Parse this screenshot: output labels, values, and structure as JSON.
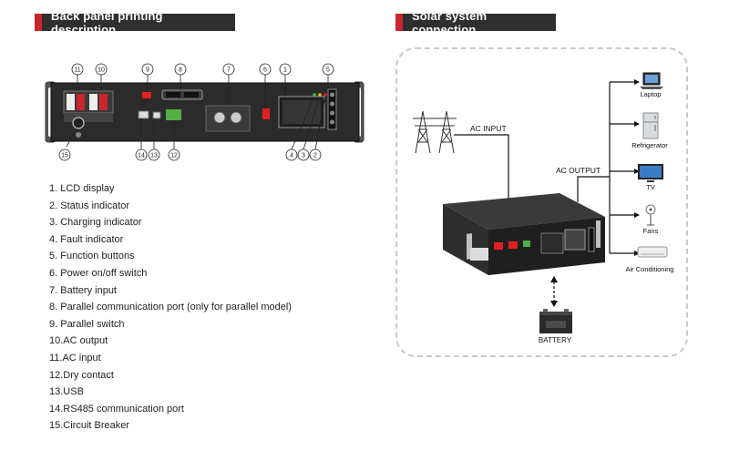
{
  "headers": {
    "left": "Back panel printing description",
    "right": "Solar system connection"
  },
  "callouts": {
    "c1": "1",
    "c2": "2",
    "c3": "3",
    "c4": "4",
    "c5": "5",
    "c6": "6",
    "c7": "7",
    "c8": "8",
    "c9": "9",
    "c10": "10",
    "c11": "11",
    "c12": "12",
    "c13": "13",
    "c14": "14",
    "c15": "15"
  },
  "legend": [
    "1.  LCD display",
    "2.  Status indicator",
    "3.  Charging indicator",
    "4.  Fault indicator",
    "5.  Function buttons",
    "6.  Power on/off switch",
    "7.  Battery input",
    "8.  Parallel communication port (only for parallel model)",
    "9.  Parallel switch",
    "10.AC output",
    "11.AC input",
    "12.Dry contact",
    "13.USB",
    "14.RS485 communication port",
    "15.Circuit Breaker"
  ],
  "system": {
    "ac_input": "AC INPUT",
    "ac_output": "AC OUTPUT",
    "battery": "BATTERY",
    "loads": {
      "laptop": "Laptop",
      "refrigerator": "Refrigerator",
      "tv": "TV",
      "fans": "Fans",
      "air_conditioning": "Air Conditioning"
    }
  },
  "colors": {
    "accent": "#c8262c",
    "header_bg": "#2f2f2f",
    "device_body": "#2b2b2b",
    "dashed_border": "#c9c9c9"
  }
}
